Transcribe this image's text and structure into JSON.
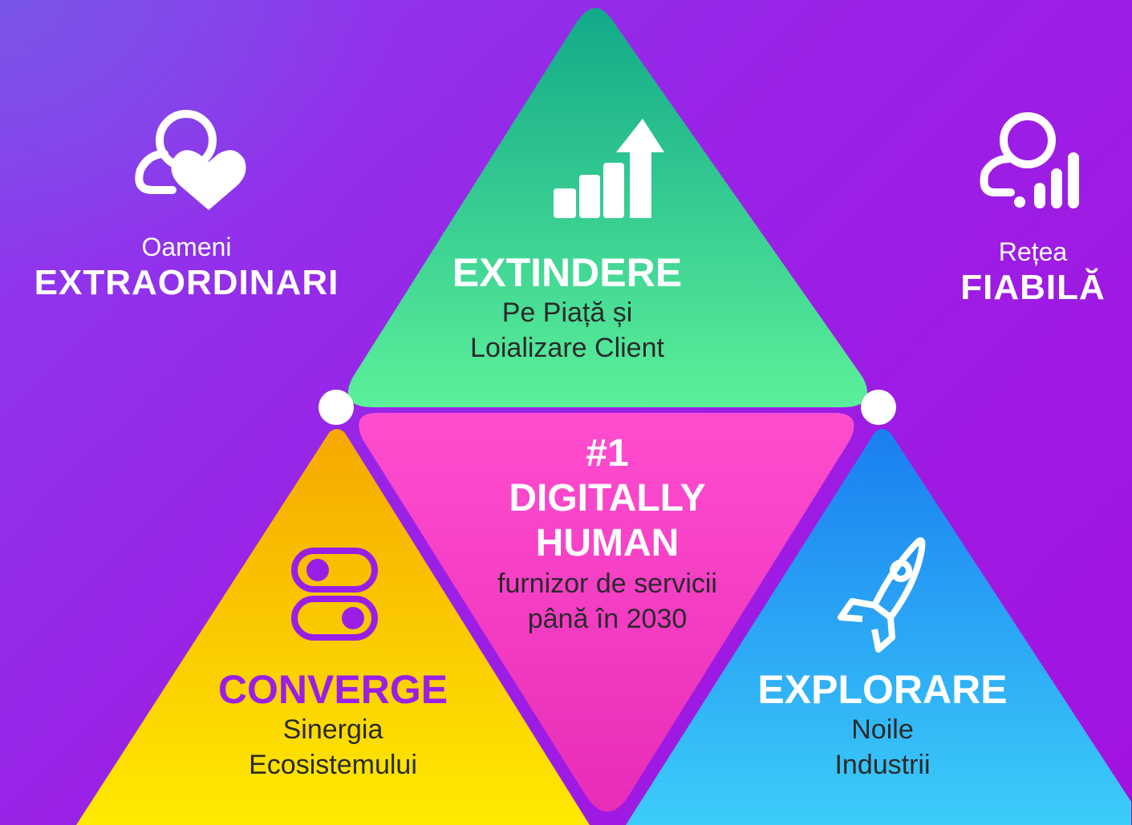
{
  "left": {
    "small": "Oameni",
    "big": "EXTRAORDINARI",
    "icon": "person-heart-icon"
  },
  "right": {
    "small": "Rețea",
    "big": "FIABILĂ",
    "icon": "person-signal-icon"
  },
  "top": {
    "title": "EXTINDERE",
    "line1": "Pe Piață și",
    "line2": "Loializare Client",
    "icon": "growth-chart-icon"
  },
  "center": {
    "rank": "#1",
    "title1": "DIGITALLY",
    "title2": "HUMAN",
    "line1": "furnizor de servicii",
    "line2": "până în 2030"
  },
  "bottom_left": {
    "title": "CONVERGE",
    "line1": "Sinergia",
    "line2": "Ecosistemului",
    "icon": "toggles-icon"
  },
  "bottom_right": {
    "title": "EXPLORARE",
    "line1": "Noile",
    "line2": "Industrii",
    "icon": "rocket-icon"
  },
  "colors": {
    "top_from": "#19b88d",
    "top_to": "#4de8a0",
    "center": "#ff3fc4",
    "left_from": "#f5b400",
    "left_to": "#ffe800",
    "right_from": "#1c86f2",
    "right_to": "#38c8f8",
    "converge_title": "#9b1ee6",
    "background": "#9a22e6"
  }
}
